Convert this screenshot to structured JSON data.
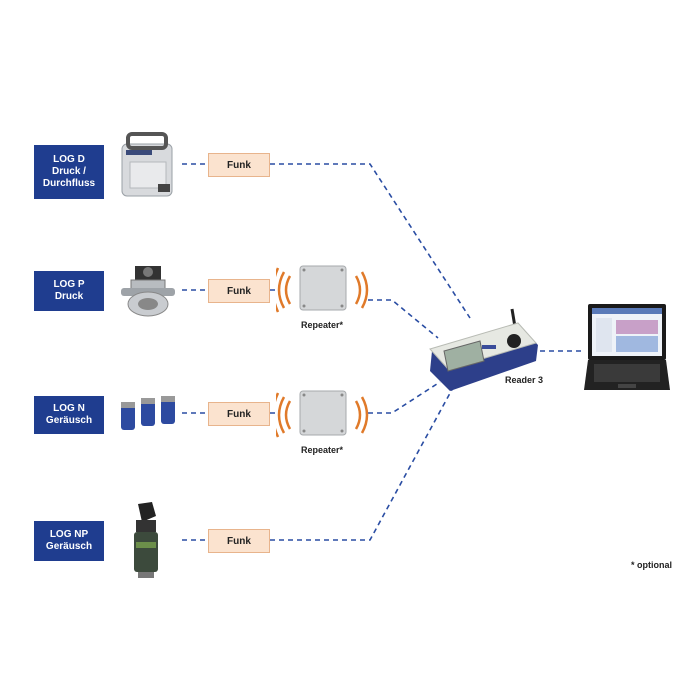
{
  "devices": [
    {
      "line1": "LOG D",
      "line2": "Druck /",
      "line3": "Durchfluss",
      "icon": "log-d-device"
    },
    {
      "line1": "LOG P",
      "line2": "Druck",
      "line3": "",
      "icon": "log-p-sensor"
    },
    {
      "line1": "LOG N",
      "line2": "Geräusch",
      "line3": "",
      "icon": "log-n-loggers"
    },
    {
      "line1": "LOG NP",
      "line2": "Geräusch",
      "line3": "",
      "icon": "log-np-sensor"
    }
  ],
  "funk_label": "Funk",
  "repeater_label": "Repeater*",
  "reader_label": "Reader 3",
  "optional_note": "* optional",
  "colors": {
    "log_box": "#1f3d8f",
    "funk_fill": "#fbe3cf",
    "dash_line": "#2a4da3",
    "wave": "#e07a2a"
  }
}
